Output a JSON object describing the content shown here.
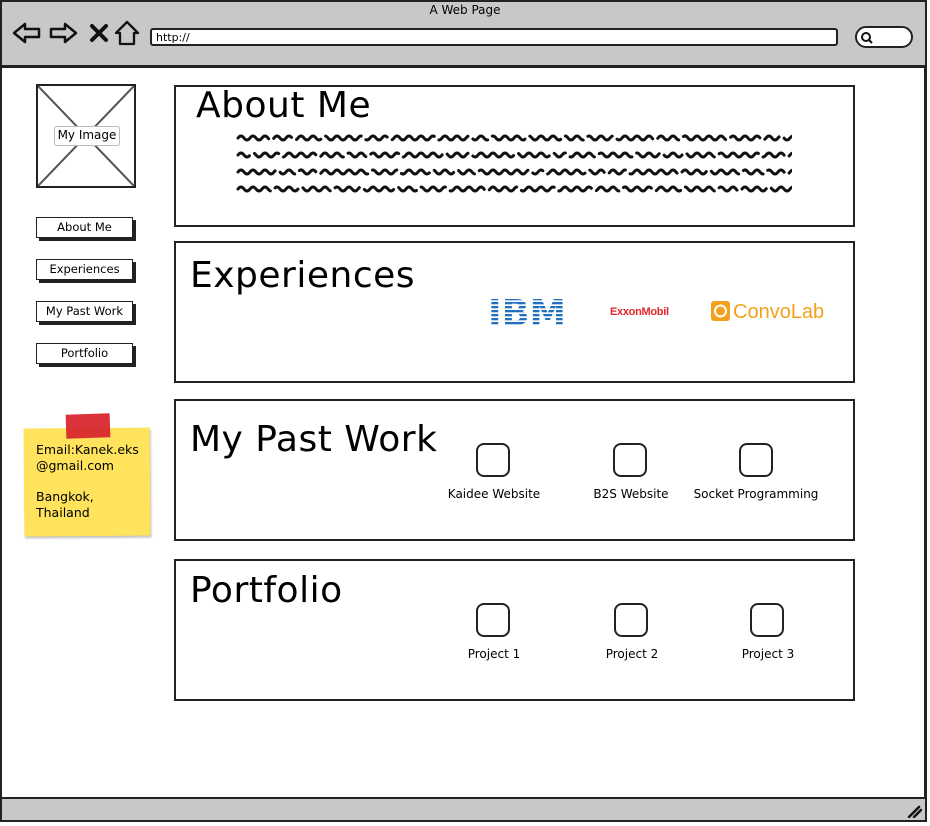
{
  "browser": {
    "window_title": "A Web Page",
    "url": "http://"
  },
  "sidebar": {
    "image_label": "My Image",
    "nav": [
      {
        "label": "About Me"
      },
      {
        "label": "Experiences"
      },
      {
        "label": "My Past Work"
      },
      {
        "label": "Portfolio"
      }
    ],
    "contact": {
      "email_line1": "Email:Kanek.eks",
      "email_line2": "@gmail.com",
      "location_line1": "Bangkok,",
      "location_line2": "Thailand"
    }
  },
  "sections": {
    "about": {
      "title": "About Me"
    },
    "experiences": {
      "title": "Experiences",
      "companies": [
        {
          "name": "IBM",
          "color": "#1f70c1"
        },
        {
          "name": "ExxonMobil",
          "color": "#e0262b"
        },
        {
          "name": "ConvoLab",
          "color": "#f3a01b"
        }
      ]
    },
    "past_work": {
      "title": "My Past Work",
      "items": [
        {
          "label": "Kaidee Website"
        },
        {
          "label": "B2S Website"
        },
        {
          "label": "Socket Programming"
        }
      ]
    },
    "portfolio": {
      "title": "Portfolio",
      "items": [
        {
          "label": "Project 1"
        },
        {
          "label": "Project 2"
        },
        {
          "label": "Project 3"
        }
      ]
    }
  }
}
